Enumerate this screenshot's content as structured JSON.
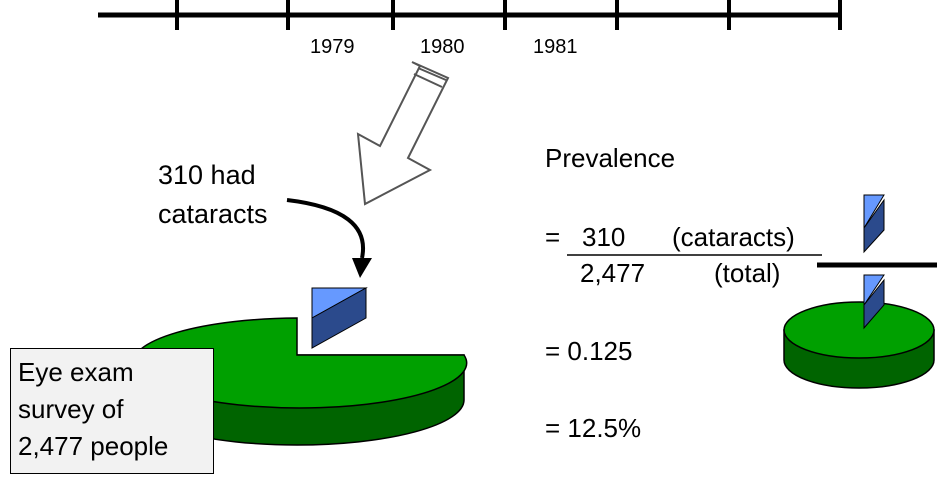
{
  "timeline": {
    "years": [
      "1979",
      "1980",
      "1981"
    ]
  },
  "annotation": {
    "line1": "310 had",
    "line2": "cataracts"
  },
  "survey": {
    "line1": "Eye exam",
    "line2": "survey of",
    "line3": "2,477 people"
  },
  "formula": {
    "title": "Prevalence",
    "eq_sign": "=",
    "numerator": "310",
    "numerator_label": "(cataracts)",
    "denominator": "2,477",
    "denominator_label": "(total)",
    "result_decimal": "= 0.125",
    "result_percent": "= 12.5%"
  },
  "colors": {
    "pie_top": "#00a000",
    "pie_side": "#006400",
    "slice_light": "#6699ff",
    "slice_dark": "#2b4a8c"
  }
}
